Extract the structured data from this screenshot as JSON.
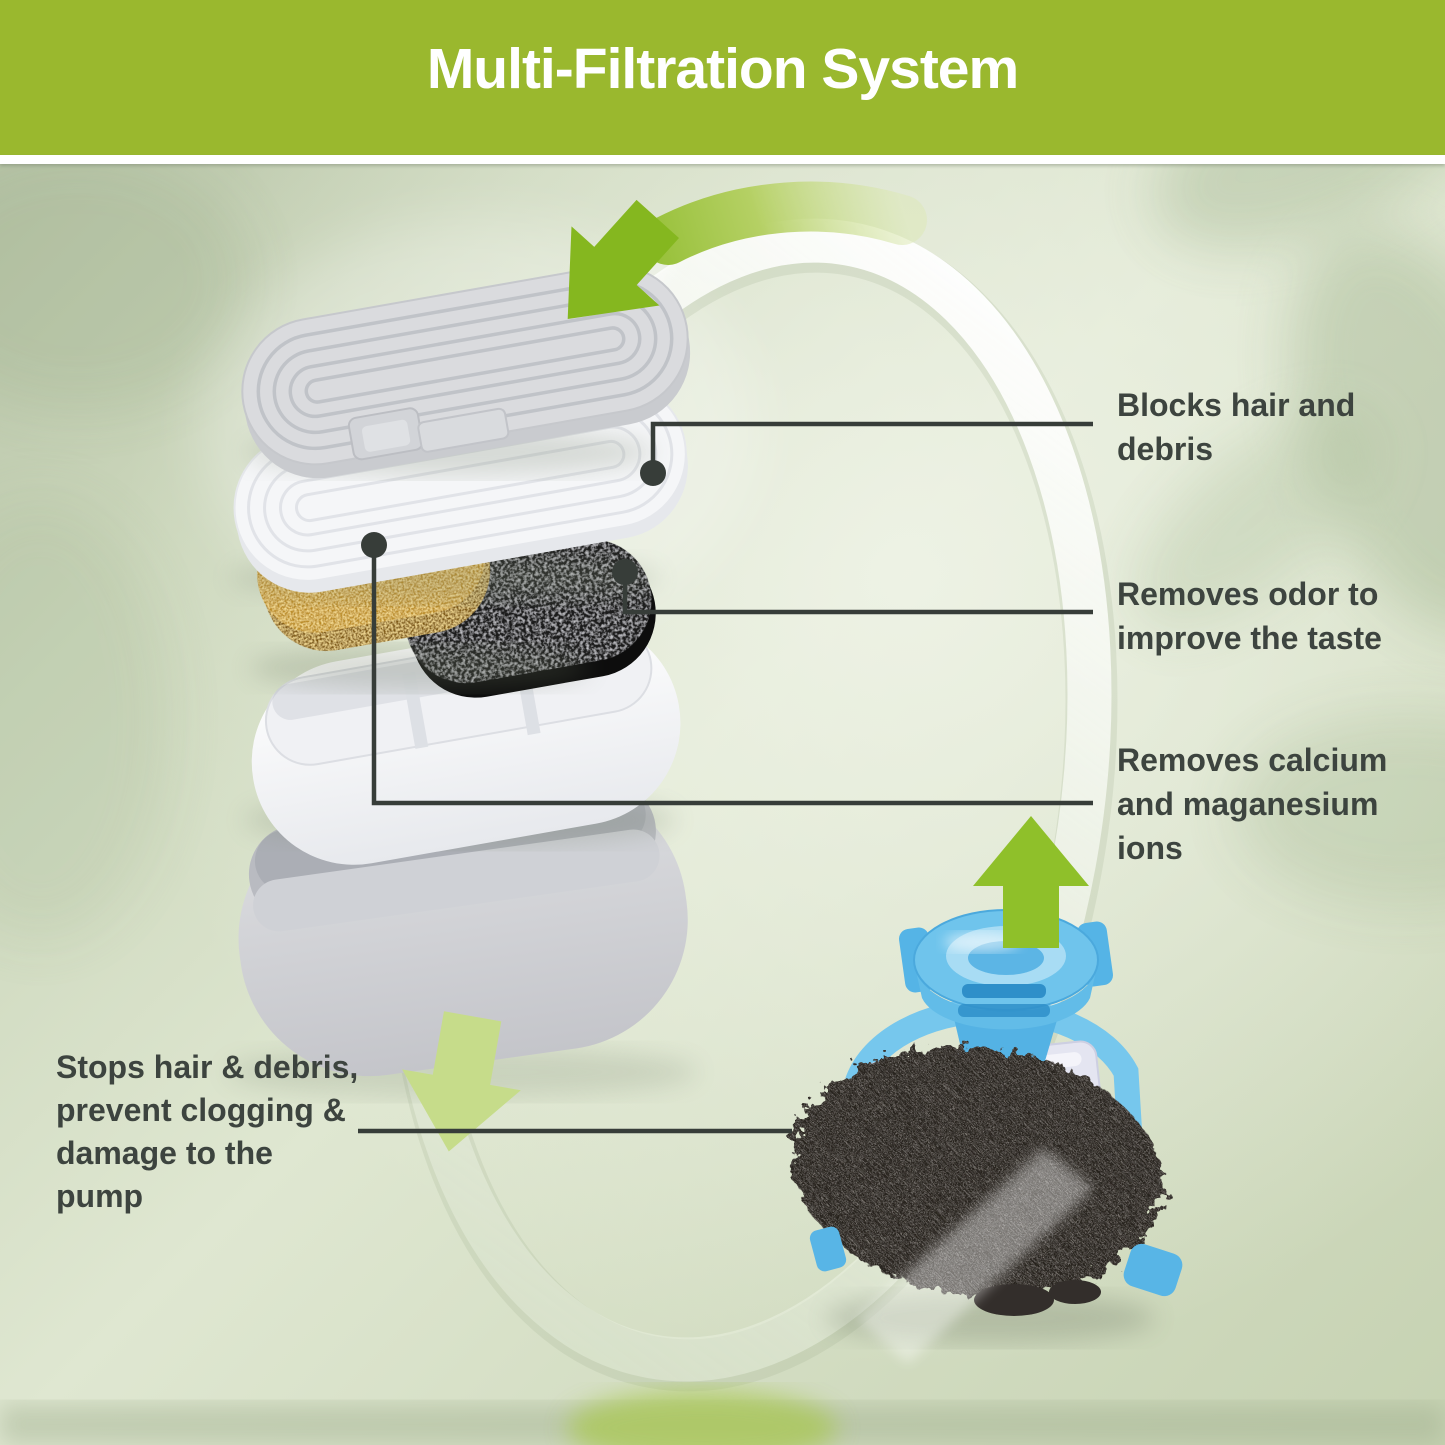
{
  "header": {
    "title": "Multi-Filtration System"
  },
  "callouts": {
    "lid": {
      "lines": [
        "Blocks hair and",
        "debris"
      ]
    },
    "carbon": {
      "lines": [
        "Removes odor to",
        "improve the taste"
      ]
    },
    "resin": {
      "lines": [
        "Removes calcium",
        "and maganesium",
        "ions"
      ]
    },
    "pump": {
      "lines": [
        "Stops hair & debris,",
        "prevent clogging &",
        "damage to the",
        "pump"
      ]
    }
  },
  "diagram": {
    "icons": [
      "arrow-down-left-icon",
      "arrow-down-icon",
      "arrow-up-icon",
      "circulation-ring"
    ],
    "parts": [
      "filter lid",
      "filter plate",
      "ion-exchange resin",
      "activated carbon",
      "filter tray",
      "filter cup",
      "pump with foam sponge"
    ]
  },
  "colors": {
    "header-green": "#9ab82e",
    "arrow-green": "#8fbe28",
    "text-dark": "#3d443f",
    "line-dark": "#373d39",
    "background-sage": "#cdd8bd",
    "resin-gold": "#c89b30",
    "carbon-black": "#171717",
    "pump-blue": "#62bce8",
    "sponge-black": "#26211e"
  }
}
